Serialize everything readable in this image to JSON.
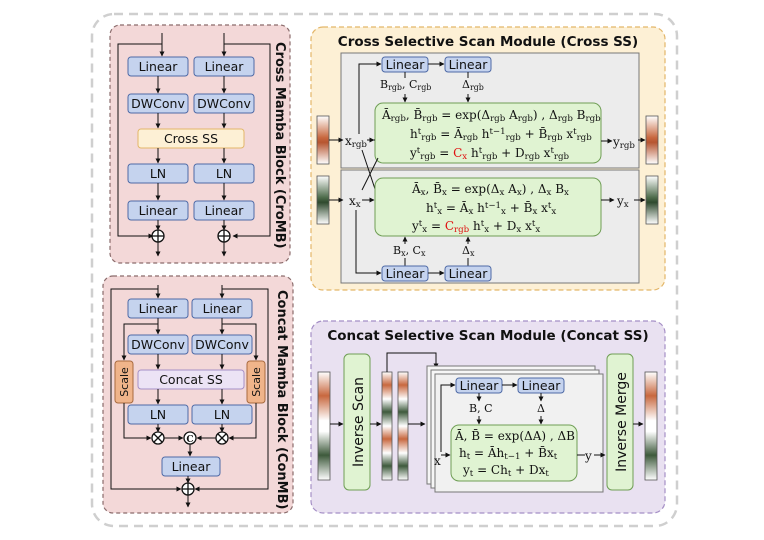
{
  "left_top": {
    "title": "Cross Mamba Block (CroMB)",
    "linear": "Linear",
    "dwconv": "DWConv",
    "cross_ss": "Cross SS",
    "ln": "LN"
  },
  "left_bottom": {
    "title": "Concat Mamba Block (ConMB)",
    "linear": "Linear",
    "dwconv": "DWConv",
    "concat_ss": "Concat SS",
    "scale": "Scale",
    "ln": "LN",
    "concat_symbol": "C"
  },
  "cross_ss": {
    "title": "Cross Selective Scan Module (Cross SS)",
    "linear": "Linear",
    "top_params": "B_rgb, C_rgb",
    "top_delta": "Δ_rgb",
    "rgb_eq1": "Ā_rgb, B̄_rgb = exp(Δ_rgb A_rgb) , Δ_rgb B_rgb",
    "rgb_eq2": "h^t_rgb = Ā_rgb h^{t−1}_rgb + B̄_rgb x^t_rgb",
    "rgb_eq3": "y^t_rgb = C_x h^t_rgb + D_rgb x^t_rgb",
    "x_rgb": "x_rgb",
    "y_rgb": "y_rgb",
    "x_eq1": "Ā_x, B̄_x = exp(Δ_x A_x) , Δ_x B_x",
    "x_eq2": "h^t_x = Ā_x h^{t−1}_x + B̄_x x^t_x",
    "x_eq3": "y^t_x = C_rgb h^t_x + D_x x^t_x",
    "x_x": "x_x",
    "y_x": "y_x",
    "bottom_params": "B_x, C_x",
    "bottom_delta": "Δ_x"
  },
  "concat_ss": {
    "title": "Concat Selective Scan Module (Concat SS)",
    "inverse_scan": "Inverse Scan",
    "inverse_merge": "Inverse Merge",
    "linear": "Linear",
    "params": "B, C",
    "delta": "Δ",
    "eq1": "Ā, B̄ = exp(ΔA) , ΔB",
    "eq2": "h_t = Āh_{t−1} + B̄x_t",
    "eq3": "y_t = Ch_t + Dx_t",
    "x": "x",
    "y": "y"
  },
  "colors": {
    "linear_fill": "#c5d3ee",
    "linear_stroke": "#4e6aa6",
    "left_panel_fill": "#f3d8d8",
    "cross_panel_fill": "#fdf0d5",
    "concat_panel_fill": "#e9e1f1",
    "eq_fill": "#e0f3d2",
    "scale_fill": "#f0b48a",
    "red_text": "#e01010"
  }
}
